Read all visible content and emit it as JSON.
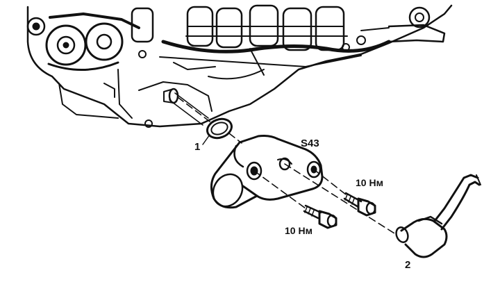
{
  "labels": {
    "callout_1": "1",
    "part_code": "S43",
    "torque_upper": "10 Нм",
    "torque_lower": "10 Нм",
    "callout_2": "2"
  },
  "colors": {
    "ink": "#111111",
    "background": "#ffffff"
  }
}
